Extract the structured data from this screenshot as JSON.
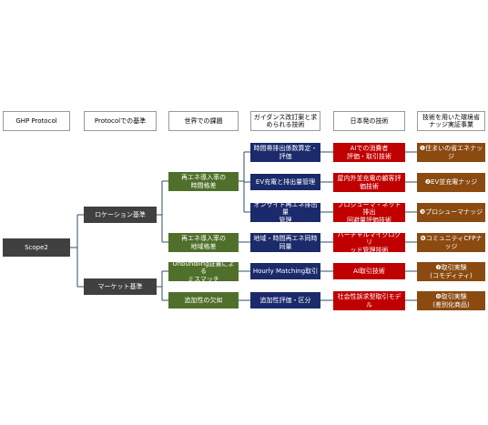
{
  "headers": [
    "GHP Protocol",
    "Protocolでの基準",
    "世界での課題",
    "ガイダンス改訂案と求\nめられる技術",
    "日本発の技術",
    "技術を用いた環境省\nナッジ実証事業"
  ],
  "scope": "Scope2",
  "criteria": [
    "ロケーション基準",
    "マーケット基準"
  ],
  "issues": [
    "再エネ導入率の\n時間格差",
    "再エネ導入率の\n地域格差",
    "Unbundling証書による\nミスマッチ",
    "追加性の欠如"
  ],
  "techs": [
    "時間帯排出係数算定・\n評価",
    "EV充電と排出量管理",
    "オンサイト再エネ排出量\n管理",
    "地域・時間再エネ同時\n同量",
    "Hourly Matching取引",
    "追加性評価・区分"
  ],
  "japan": [
    "AIでの消費者\n評価・取引技術",
    "屋内外並充電の顧客評\n価技術",
    "プロシューマ・ネット排出\n回避量評価技術",
    "バーチャルマイクログリ\nッド管理技術",
    "AI取引技術",
    "社会性訴求型取引モデ\nル"
  ],
  "nudges": [
    "❶住まいの省エネナッジ",
    "❷EV並充電ナッジ",
    "❸プロシューマナッジ",
    "❻コミュニティCFPナッジ",
    "❼取引実験\n(コモディティ)",
    "❽取引実験\n(差別化商品)"
  ]
}
